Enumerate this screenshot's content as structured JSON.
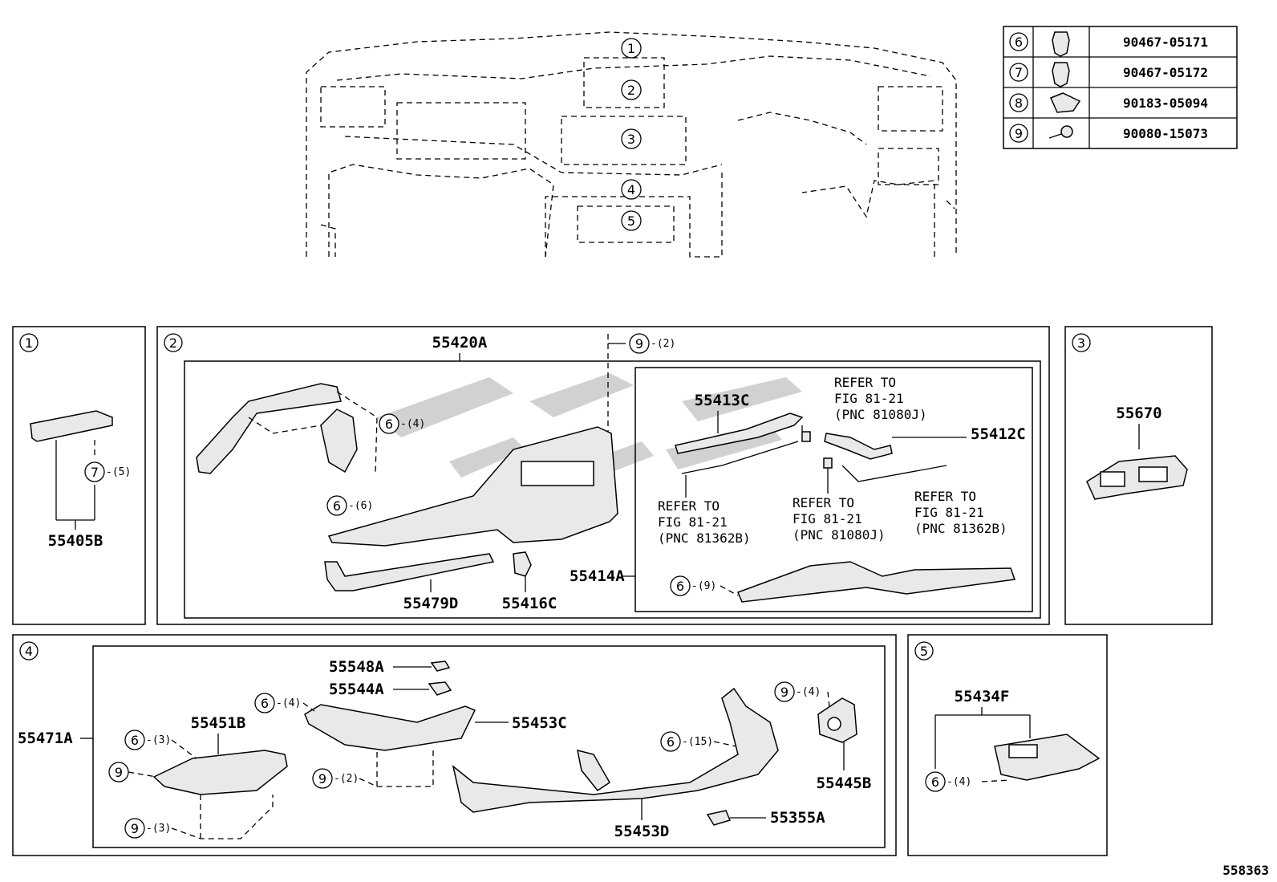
{
  "fastener_table": [
    {
      "key": "6",
      "icon": "clip-icon",
      "part": "90467-05171"
    },
    {
      "key": "7",
      "icon": "clip-icon",
      "part": "90467-05172"
    },
    {
      "key": "8",
      "icon": "nut-icon",
      "part": "90183-05094"
    },
    {
      "key": "9",
      "icon": "screw-icon",
      "part": "90080-15073"
    }
  ],
  "overview": {
    "callouts": [
      "1",
      "2",
      "3",
      "4",
      "5"
    ]
  },
  "panel1": {
    "id": "1",
    "part": "55405B",
    "fastener": {
      "key": "7",
      "qty": "-(5)"
    }
  },
  "panel2": {
    "id": "2",
    "assembly": "55420A",
    "top_fastener": {
      "key": "9",
      "qty": "-(2)"
    },
    "fastener_a": {
      "key": "6",
      "qty": "-(4)"
    },
    "fastener_b": {
      "key": "6",
      "qty": "-(6)"
    },
    "parts": {
      "p55479D": "55479D",
      "p55416C": "55416C",
      "p55414A": "55414A"
    },
    "sub": {
      "p55413C": "55413C",
      "p55412C": "55412C",
      "fastener_c": {
        "key": "6",
        "qty": "-(9)"
      },
      "refer1": [
        "REFER TO",
        "FIG 81-21",
        "(PNC 81080J)"
      ],
      "refer2": [
        "REFER TO",
        "FIG 81-21",
        "(PNC 81362B)"
      ],
      "refer3": [
        "REFER TO",
        "FIG 81-21",
        "(PNC 81080J)"
      ],
      "refer4": [
        "REFER TO",
        "FIG 81-21",
        "(PNC 81362B)"
      ]
    }
  },
  "panel3": {
    "id": "3",
    "part": "55670"
  },
  "panel4": {
    "id": "4",
    "assembly": "55471A",
    "parts": {
      "p55548A": "55548A",
      "p55544A": "55544A",
      "p55453C": "55453C",
      "p55451B": "55451B",
      "p55453D": "55453D",
      "p55355A": "55355A",
      "p55445B": "55445B"
    },
    "f1": {
      "key": "6",
      "qty": "-(4)"
    },
    "f2": {
      "key": "6",
      "qty": "-(3)"
    },
    "f3": {
      "key": "9",
      "qty": ""
    },
    "f4": {
      "key": "9",
      "qty": "-(2)"
    },
    "f5": {
      "key": "9",
      "qty": "-(3)"
    },
    "f6": {
      "key": "6",
      "qty": "-(15)"
    },
    "f7": {
      "key": "9",
      "qty": "-(4)"
    }
  },
  "panel5": {
    "id": "5",
    "part": "55434F",
    "fastener": {
      "key": "6",
      "qty": "-(4)"
    }
  },
  "figure_number": "558363"
}
